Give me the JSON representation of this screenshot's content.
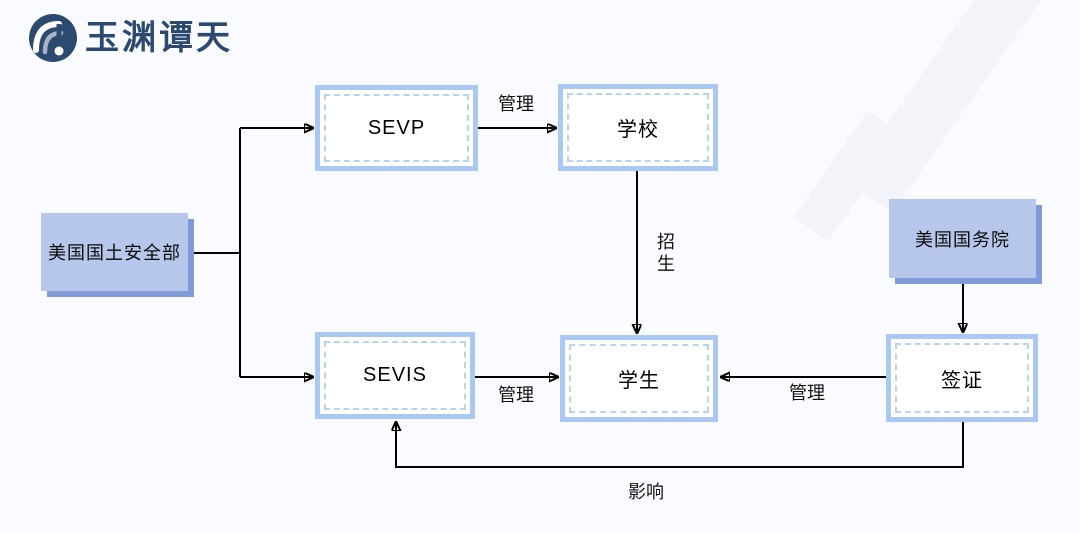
{
  "logo": {
    "text": "玉渊谭天",
    "icon": "wave-logo-icon"
  },
  "colors": {
    "background": "#fafbfe",
    "stripe": "#f3f4f9",
    "box_border": "#a9c9f4",
    "box_dashed": "#b9d3f5",
    "agency_fill": "#b7c7eb",
    "agency_shadow": "#7f99d9",
    "line": "#000000",
    "logo_navy": "#2c4a6f"
  },
  "nodes": {
    "dhs": {
      "label": "美国国土安全部"
    },
    "dos": {
      "label": "美国国务院"
    },
    "sevp": {
      "label": "SEVP"
    },
    "school": {
      "label": "学校"
    },
    "sevis": {
      "label": "SEVIS"
    },
    "student": {
      "label": "学生"
    },
    "visa": {
      "label": "签证"
    }
  },
  "edges": {
    "sevp_school": {
      "label": "管理"
    },
    "school_student": {
      "label": "招生"
    },
    "sevis_student": {
      "label": "管理"
    },
    "visa_student": {
      "label": "管理"
    },
    "visa_sevis": {
      "label": "影响"
    }
  }
}
